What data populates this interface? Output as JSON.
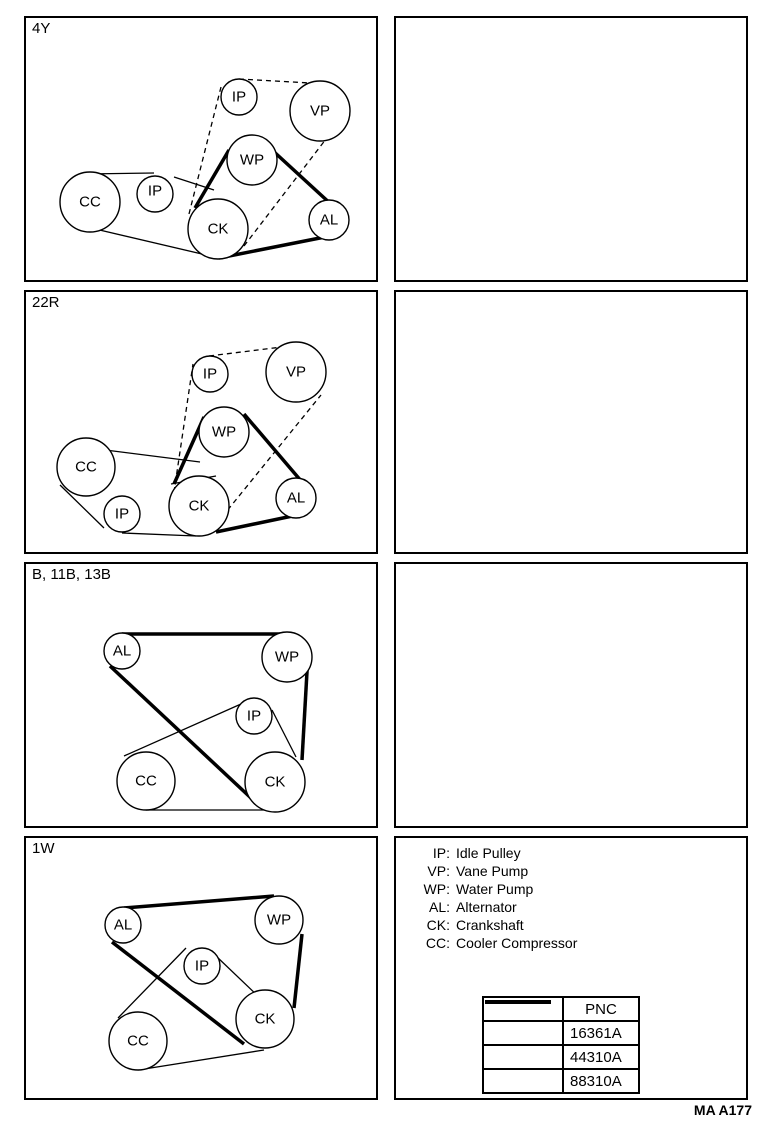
{
  "panels": {
    "p4y": {
      "label": "4Y"
    },
    "p22r": {
      "label": "22R"
    },
    "pb": {
      "label": "B, 11B, 13B"
    },
    "p1w": {
      "label": "1W"
    }
  },
  "pulleys": {
    "ip": "IP",
    "vp": "VP",
    "wp": "WP",
    "al": "AL",
    "ck": "CK",
    "cc": "CC"
  },
  "legend": {
    "items": [
      {
        "abbr": "IP:",
        "name": "Idle Pulley"
      },
      {
        "abbr": "VP:",
        "name": "Vane Pump"
      },
      {
        "abbr": "WP:",
        "name": "Water Pump"
      },
      {
        "abbr": "AL:",
        "name": "Alternator"
      },
      {
        "abbr": "CK:",
        "name": "Crankshaft"
      },
      {
        "abbr": "CC:",
        "name": "Cooler Compressor"
      }
    ],
    "pnc_header": "PNC",
    "pnc_rows": [
      {
        "style": "thick",
        "code": "16361A"
      },
      {
        "style": "dashed",
        "code": "44310A"
      },
      {
        "style": "thin",
        "code": "88310A"
      }
    ]
  },
  "figure_code": "MA A177"
}
